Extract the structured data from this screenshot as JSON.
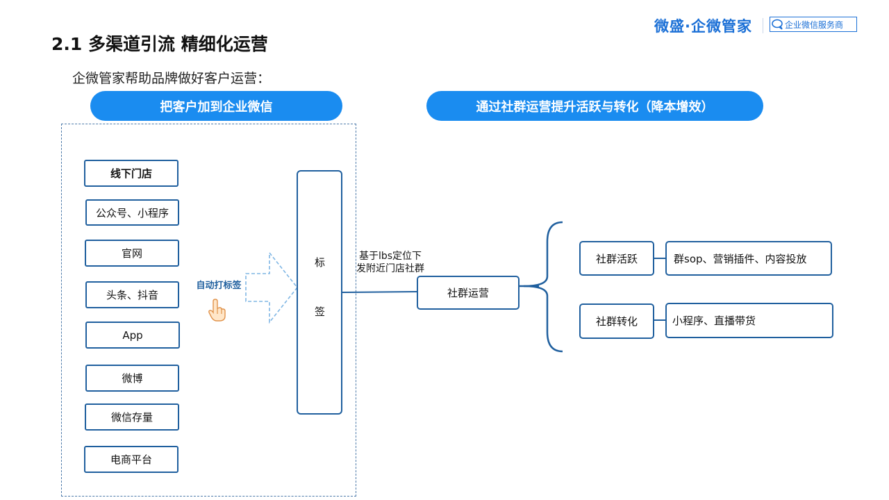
{
  "brand": {
    "name": "微盛·企微管家",
    "badge_text": "企业微信服务商"
  },
  "page": {
    "title": "2.1 多渠道引流  精细化运营",
    "subtitle": "企微管家帮助品牌做好客户运营："
  },
  "banners": {
    "left": "把客户加到企业微信",
    "right": "通过社群运营提升活跃与转化（降本增效）"
  },
  "channels": [
    "线下门店",
    "公众号、小程序",
    "官网",
    "头条、抖音",
    "App",
    "微博",
    "微信存量",
    "电商平台"
  ],
  "auto_tag_label": "自动打标签",
  "tag_box": {
    "char1": "标",
    "char2": "签"
  },
  "lbs_label": "基于lbs定位下发附近门店社群",
  "community": {
    "main": "社群运营",
    "branches": [
      {
        "name": "社群活跃",
        "detail": "群sop、营销插件、内容投放"
      },
      {
        "name": "社群转化",
        "detail": "小程序、直播带货"
      }
    ]
  },
  "colors": {
    "accent": "#1a8cf0",
    "border": "#1f5f9e",
    "brand": "#1a6fd6"
  },
  "icons": [
    "chat-bubble-icon",
    "hand-pointer-icon",
    "arrow-right-icon"
  ]
}
